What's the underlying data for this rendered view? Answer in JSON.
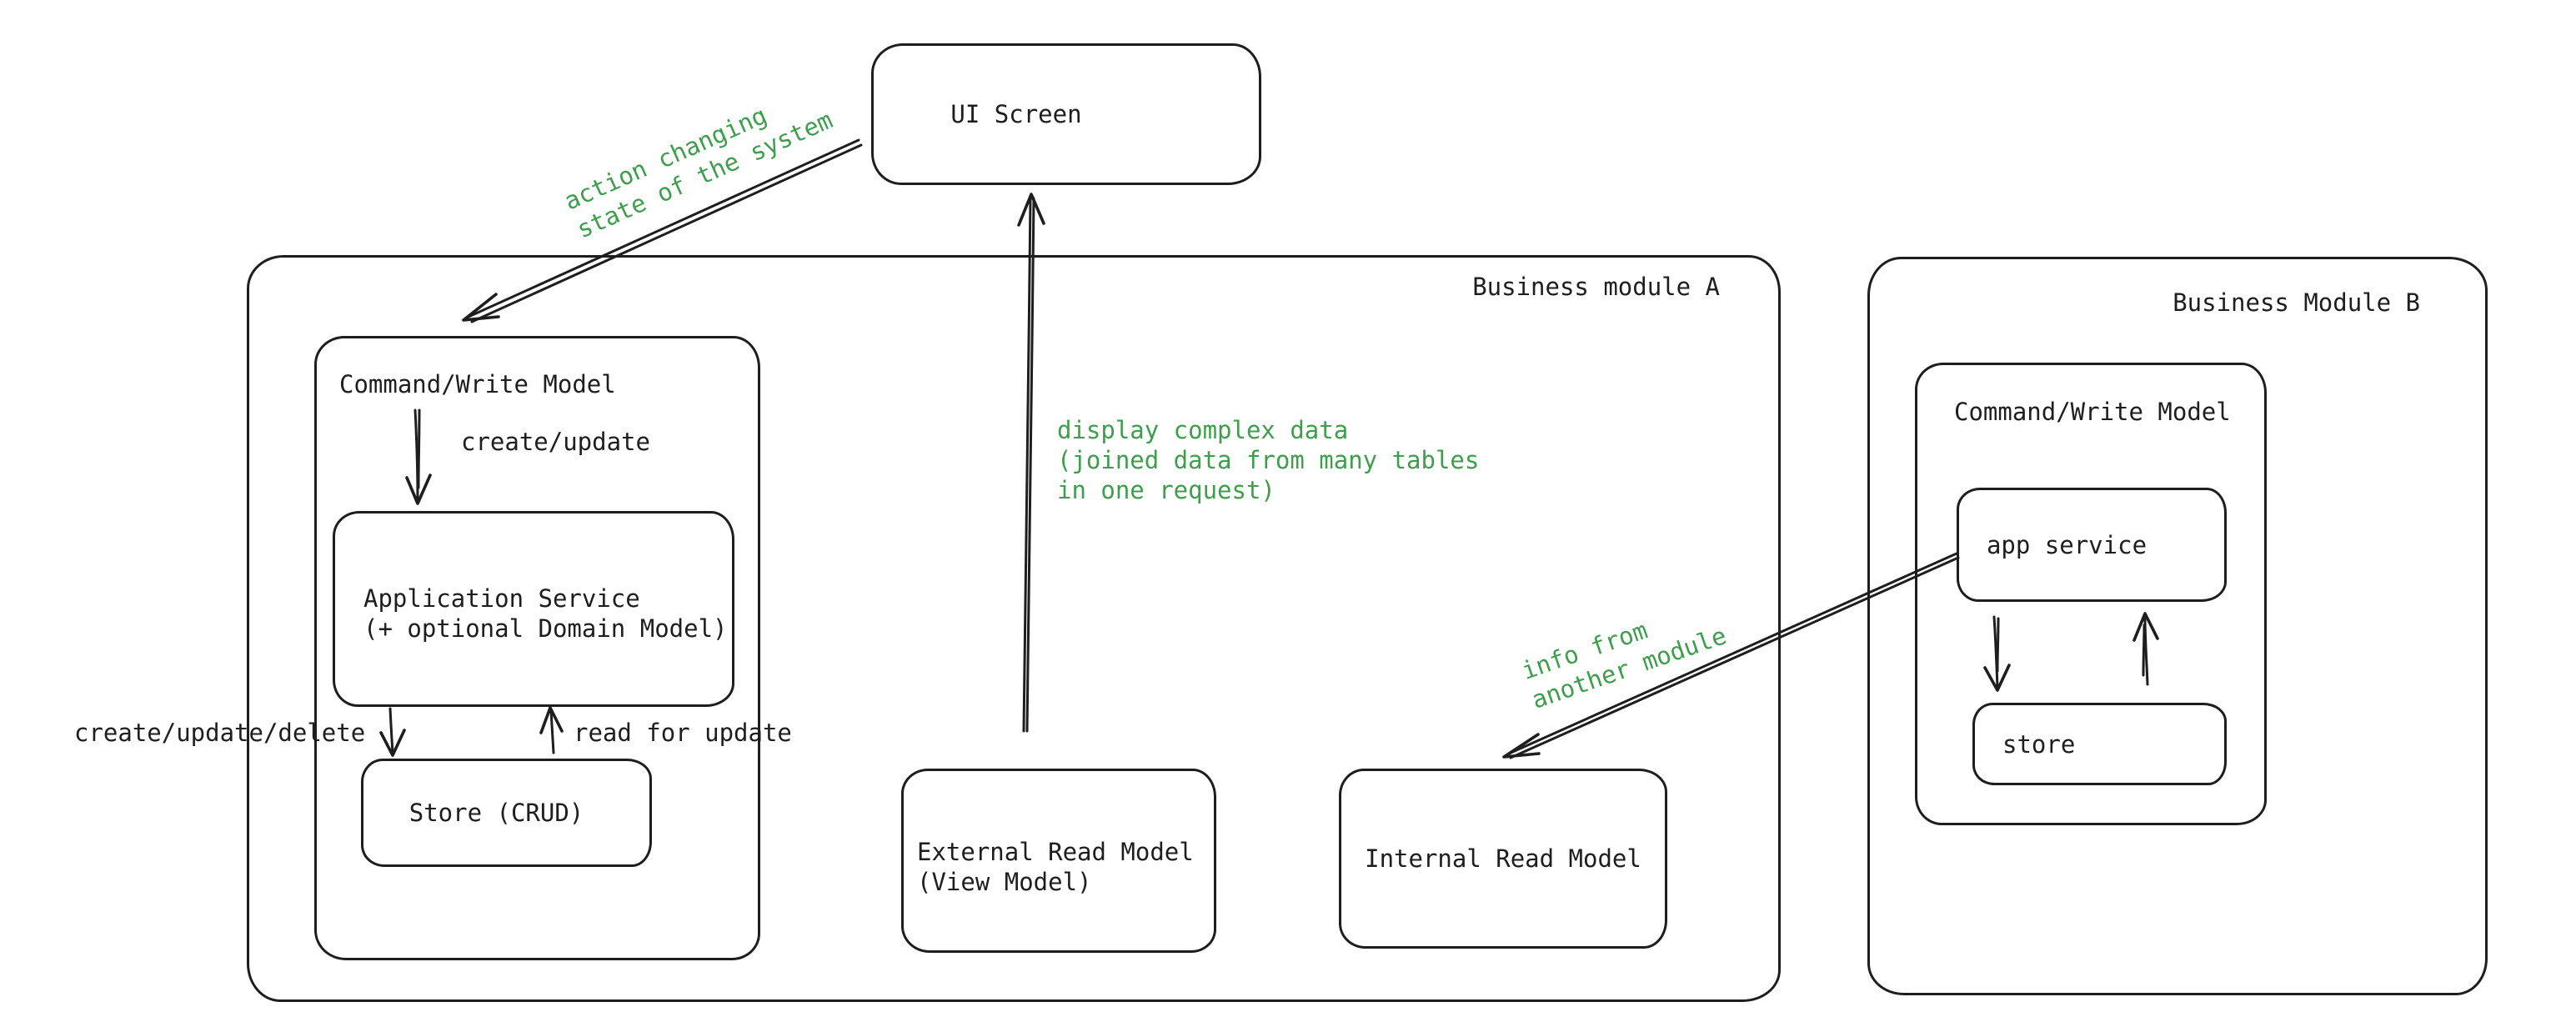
{
  "canvas": {
    "background": "#ffffff",
    "ink_color": "#1e1e1e",
    "annotation_color": "#3f9e4d"
  },
  "nodes": {
    "ui_screen": {
      "label": "UI Screen"
    },
    "module_a": {
      "label": "Business module A"
    },
    "module_b": {
      "label": "Business Module B"
    },
    "command_write_model_a": {
      "label": "Command/Write Model"
    },
    "application_service": {
      "label": "Application Service\n(+ optional Domain Model)"
    },
    "store_crud": {
      "label": "Store (CRUD)"
    },
    "external_read_model": {
      "label": "External Read Model\n(View Model)"
    },
    "internal_read_model": {
      "label": "Internal Read Model"
    },
    "command_write_model_b": {
      "label": "Command/Write Model"
    },
    "app_service_b": {
      "label": "app service"
    },
    "store_b": {
      "label": "store"
    }
  },
  "edge_labels": {
    "create_update": "create/update",
    "create_update_delete": "create/update/delete",
    "read_for_update": "read for update"
  },
  "annotations": {
    "action_changing_state": "action changing\nstate of the system",
    "display_complex_data": "display complex data\n(joined data from many tables\nin one request)",
    "info_from_another_module": "info from\nanother module"
  }
}
